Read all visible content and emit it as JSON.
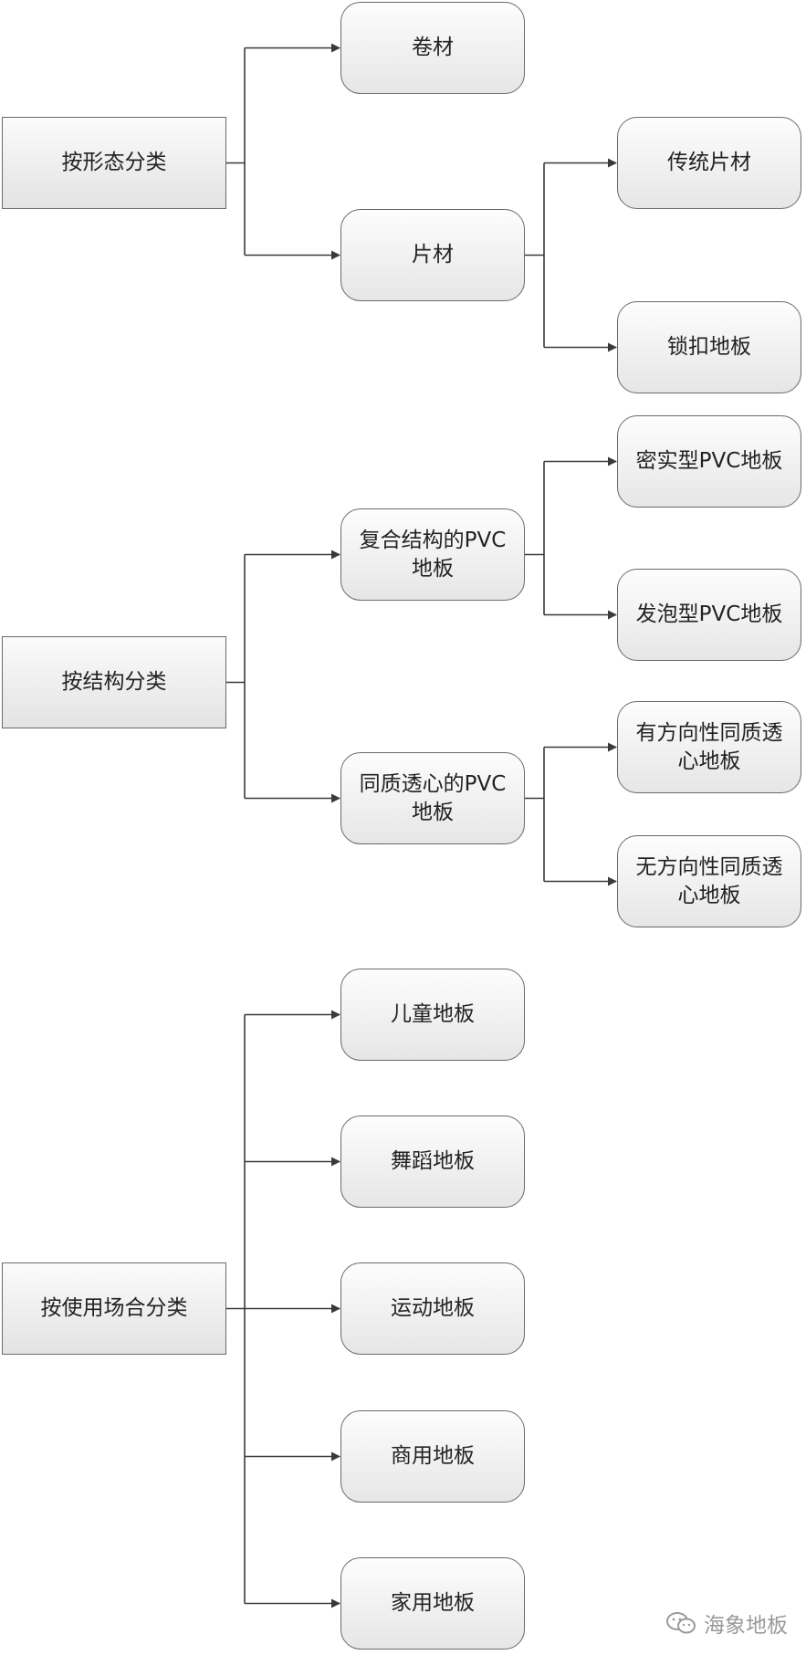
{
  "groups": [
    {
      "root": "按形态分类",
      "children": [
        {
          "label": "卷材",
          "children": []
        },
        {
          "label": "片材",
          "children": [
            "传统片材",
            "锁扣地板"
          ]
        }
      ]
    },
    {
      "root": "按结构分类",
      "children": [
        {
          "label": "复合结构的PVC\n地板",
          "children": [
            "密实型PVC地板",
            "发泡型PVC地板"
          ]
        },
        {
          "label": "同质透心的PVC\n地板",
          "children": [
            "有方向性同质透\n心地板",
            "无方向性同质透\n心地板"
          ]
        }
      ]
    },
    {
      "root": "按使用场合分类",
      "children": [
        {
          "label": "儿童地板",
          "children": []
        },
        {
          "label": "舞蹈地板",
          "children": []
        },
        {
          "label": "运动地板",
          "children": []
        },
        {
          "label": "商用地板",
          "children": []
        },
        {
          "label": "家用地板",
          "children": []
        }
      ]
    }
  ],
  "watermark": {
    "icon": "wechat-icon",
    "text": "海象地板"
  },
  "colors": {
    "line": "#3a3a3a",
    "border": "#6a6a6a",
    "text": "#222222",
    "watermark": "#9a9a9a"
  }
}
